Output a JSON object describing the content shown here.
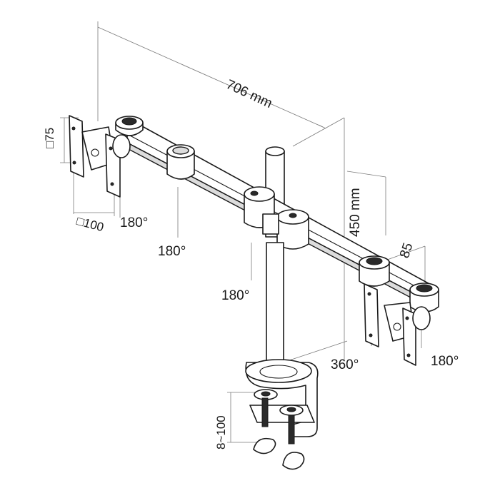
{
  "dimensions": {
    "width": "706 mm",
    "height": "450 mm",
    "arm_offset": "85",
    "vesa_small": "□75",
    "vesa_large": "□100",
    "clamp_range": "8~100"
  },
  "rotations": {
    "left_monitor_swivel": "180°",
    "left_arm_joint": "180°",
    "center_joint": "180°",
    "right_arm_tilt": "360°",
    "right_monitor_swivel": "180°"
  }
}
